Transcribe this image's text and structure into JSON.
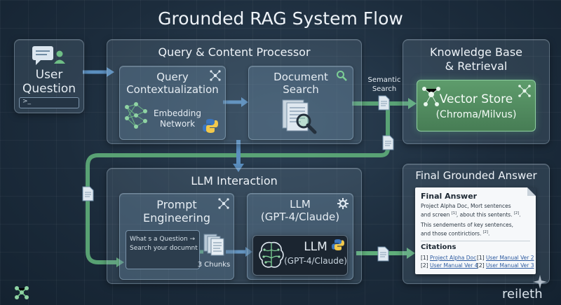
{
  "title": "Grounded RAG System Flow",
  "user": {
    "line1": "User",
    "line2": "Question",
    "prompt": ">_"
  },
  "processor": {
    "title": "Query & Content Processor",
    "contextualization": {
      "line1": "Query",
      "line2": "Contextualization"
    },
    "embedding": {
      "line1": "Embedding",
      "line2": "Network"
    },
    "document_search": {
      "line1": "Document",
      "line2": "Search"
    }
  },
  "knowledge": {
    "title_line1": "Knowledge Base",
    "title_line2": "& Retrieval",
    "semantic_line1": "Semantic",
    "semantic_line2": "Search",
    "vector_line1": "Vector Store",
    "vector_line2": "(Chroma/Milvus)"
  },
  "llm_interaction": {
    "title": "LLM Interaction",
    "prompt_line1": "Prompt",
    "prompt_line2": "Engineering",
    "query_line1": "What s a Question →",
    "query_line2": "Search your documnt",
    "chunks": "3 Chunks",
    "llm_line1": "LLM",
    "llm_line2": "(GPT-4/Claude)",
    "inner_line1": "LLM",
    "inner_line2": "(GPT-4/Claude)"
  },
  "answer": {
    "title": "Final Grounded Answer",
    "heading": "Final Answer",
    "p1a": "Project Alpha Doc, Mort sentences",
    "p1b_pre": "and screen ",
    "p1b_sup": "[1]",
    "p1b_mid": ", about this sentents. ",
    "p1b_sup2": "[2]",
    "p1b_end": ".",
    "p2a": "This sendements of key sentences,",
    "p2b_pre": "and those contirictiors. ",
    "p2b_sup": "[2]",
    "p2b_end": ".",
    "citations_heading": "Citations",
    "citations": [
      {
        "num": "[1]",
        "text": "Project Alpha Doc"
      },
      {
        "num": "[1]",
        "text": "User Manual Ver 2"
      },
      {
        "num": "[2]",
        "text": "User Manual Ver 4"
      },
      {
        "num": "[2]",
        "text": "User Manual Ver 3"
      }
    ]
  },
  "brand": "reileth",
  "colors": {
    "accent_green": "#5fae7a",
    "flow_blue": "#5b8fc0",
    "python_blue": "#3b76c0",
    "python_yellow": "#f2c94c"
  }
}
